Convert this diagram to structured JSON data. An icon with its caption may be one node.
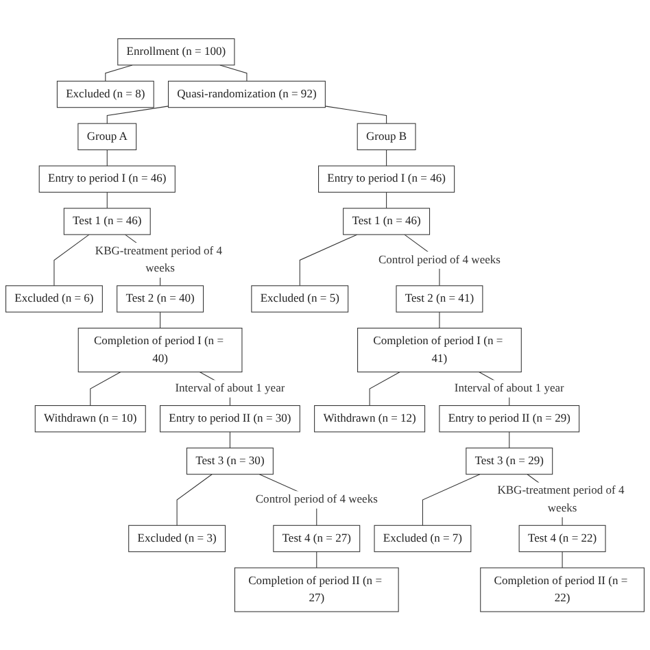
{
  "diagram": {
    "nodes": [
      {
        "text": [
          "Enrollment (n = 100)"
        ]
      },
      {
        "text": [
          "Excluded (n = 8)"
        ]
      },
      {
        "text": [
          "Quasi-randomization (n = 92)"
        ]
      },
      {
        "text": [
          "Group A"
        ]
      },
      {
        "text": [
          "Entry to period I (n = 46)"
        ]
      },
      {
        "text": [
          "Test 1 (n = 46)"
        ]
      },
      {
        "text": [
          "Excluded (n = 6)"
        ]
      },
      {
        "text": [
          "Test 2 (n = 40)"
        ]
      },
      {
        "text": [
          "Completion of period I (n = 40)"
        ]
      },
      {
        "text": [
          "Withdrawn (n = 10)"
        ]
      },
      {
        "text": [
          "Entry to period II (n = 30)"
        ]
      },
      {
        "text": [
          "Test 3 (n = 30)"
        ]
      },
      {
        "text": [
          "Excluded (n = 3)"
        ]
      },
      {
        "text": [
          "Test 4 (n = 27)"
        ]
      },
      {
        "text": [
          "Completion of period II (n = 27)"
        ]
      },
      {
        "text": [
          "Group B"
        ]
      },
      {
        "text": [
          "Entry to period I (n = 46)"
        ]
      },
      {
        "text": [
          "Test 1 (n = 46)"
        ]
      },
      {
        "text": [
          "Excluded (n = 5)"
        ]
      },
      {
        "text": [
          "Test 2 (n = 41)"
        ]
      },
      {
        "text": [
          "Completion of period I (n = 41)"
        ]
      },
      {
        "text": [
          "Withdrawn (n = 12)"
        ]
      },
      {
        "text": [
          "Entry to period II (n = 29)"
        ]
      },
      {
        "text": [
          "Test 3 (n = 29)"
        ]
      },
      {
        "text": [
          "Excluded (n = 7)"
        ]
      },
      {
        "text": [
          "Test 4 (n = 22)"
        ]
      },
      {
        "text": [
          "Completion of period II (n = 22)"
        ]
      }
    ],
    "edges": [
      {
        "from": 0,
        "to": 1,
        "arrow": "none"
      },
      {
        "from": 0,
        "to": 2,
        "arrow": "none"
      },
      {
        "from": 2,
        "to": 3,
        "arrow": "none"
      },
      {
        "from": 2,
        "to": 15,
        "arrow": "none"
      },
      {
        "from": 3,
        "to": 4,
        "arrow": "none"
      },
      {
        "from": 4,
        "to": 5,
        "arrow": "none"
      },
      {
        "from": 5,
        "to": 7,
        "arrow": "none",
        "label": "KBG-treatment period of 4 weeks"
      },
      {
        "from": 5,
        "to": 6,
        "arrow": "none"
      },
      {
        "from": 7,
        "to": 8,
        "arrow": "none"
      },
      {
        "from": 8,
        "to": 10,
        "arrow": "none",
        "label": "Interval of about 1 year"
      },
      {
        "from": 8,
        "to": 9,
        "arrow": "none"
      },
      {
        "from": 10,
        "to": 11,
        "arrow": "none"
      },
      {
        "from": 11,
        "to": 13,
        "arrow": "none",
        "label": "Control period of 4 weeks"
      },
      {
        "from": 11,
        "to": 12,
        "arrow": "none"
      },
      {
        "from": 13,
        "to": 14,
        "arrow": "none"
      },
      {
        "from": 15,
        "to": 16,
        "arrow": "none"
      },
      {
        "from": 16,
        "to": 17,
        "arrow": "none"
      },
      {
        "from": 17,
        "to": 19,
        "arrow": "none",
        "label": "Control period of 4 weeks"
      },
      {
        "from": 17,
        "to": 18,
        "arrow": "none"
      },
      {
        "from": 19,
        "to": 20,
        "arrow": "none"
      },
      {
        "from": 20,
        "to": 22,
        "arrow": "none",
        "label": "Interval of about 1 year"
      },
      {
        "from": 20,
        "to": 21,
        "arrow": "none"
      },
      {
        "from": 22,
        "to": 23,
        "arrow": "none"
      },
      {
        "from": 23,
        "to": 25,
        "arrow": "none",
        "label": "KBG-treatment period of 4 weeks"
      },
      {
        "from": 23,
        "to": 24,
        "arrow": "none"
      },
      {
        "from": 25,
        "to": 26,
        "arrow": "none"
      }
    ]
  }
}
